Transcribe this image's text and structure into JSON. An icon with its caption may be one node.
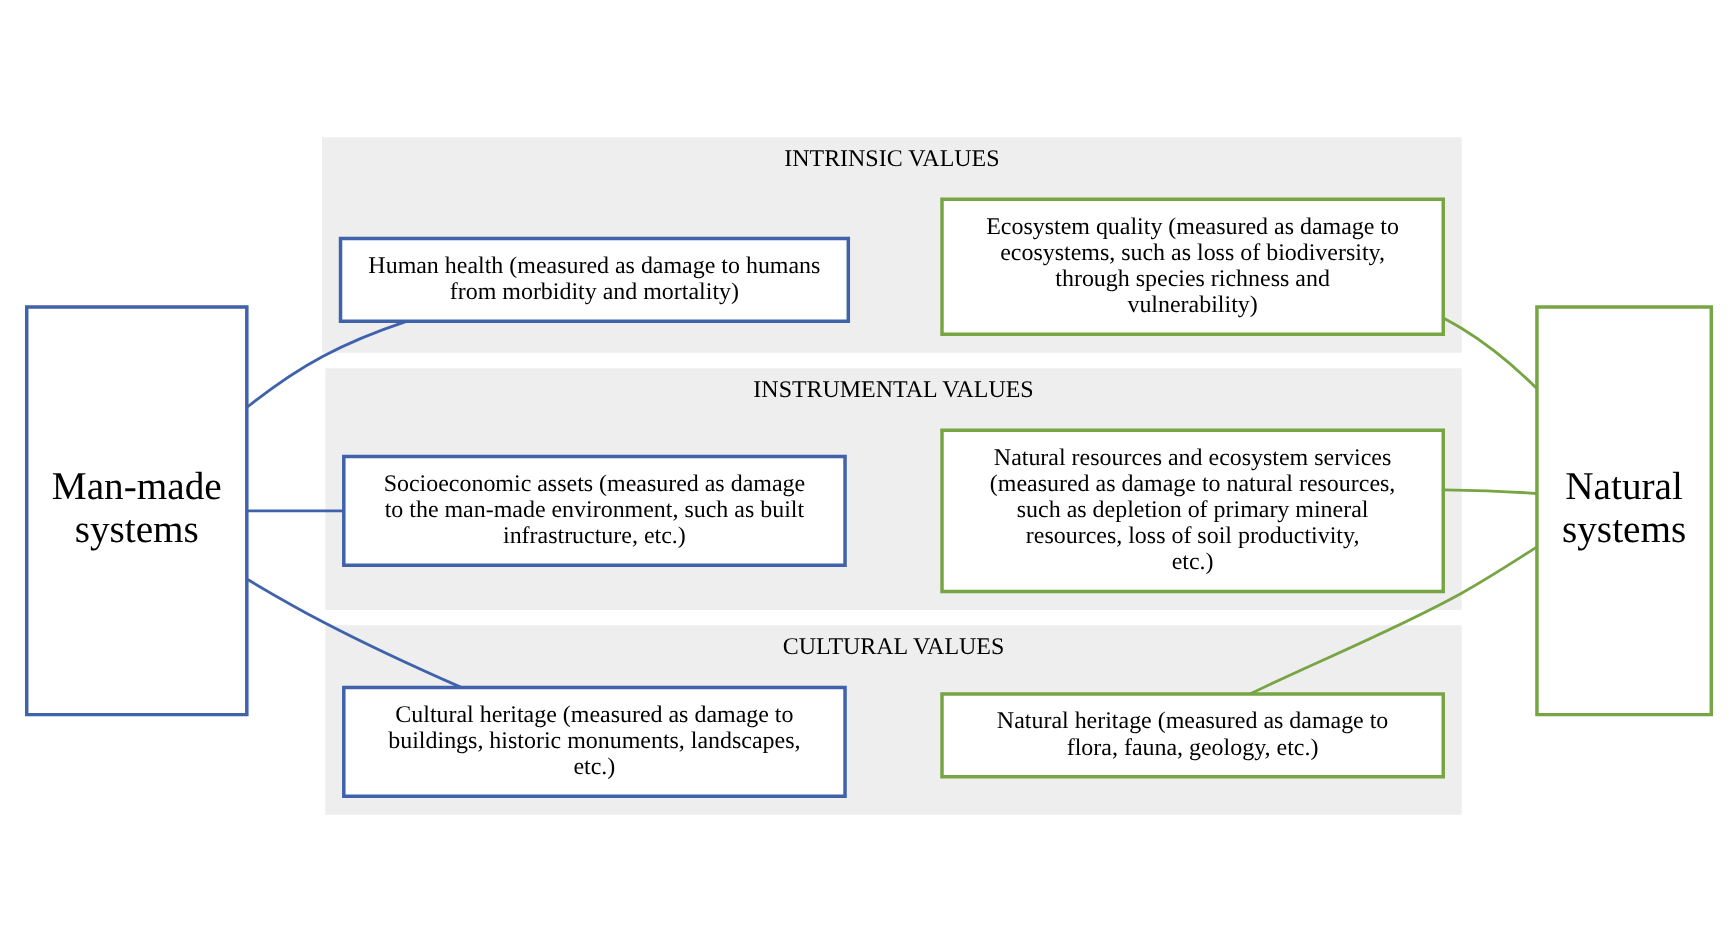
{
  "diagram": {
    "nodes": [
      {
        "text": [
          "Man-made systems"
        ]
      },
      {
        "text": [
          "INTRINSIC VALUES"
        ]
      },
      {
        "text": [
          "Human health (measured as damage to humans from morbidity and mortality)"
        ],
        "in": 1
      },
      {
        "text": [
          "Ecosystem quality (measured as damage to ecosystems, such as loss of biodiversity, through species richness and vulnerability)"
        ],
        "in": 1
      },
      {
        "text": [
          "INSTRUMENTAL VALUES"
        ]
      },
      {
        "text": [
          "Socioeconomic assets (measured as damage to the man-made environment, such as built infrastructure, etc.)"
        ],
        "in": 4
      },
      {
        "text": [
          "Natural resources and ecosystem services (measured as damage to natural resources, such as depletion of primary mineral resources, loss of soil productivity, etc.)"
        ],
        "in": 4
      },
      {
        "text": [
          "CULTURAL VALUES"
        ]
      },
      {
        "text": [
          "Cultural heritage (measured as damage to buildings, historic monuments, landscapes, etc.)"
        ],
        "in": 7
      },
      {
        "text": [
          "Natural heritage (measured as damage to flora, fauna, geology, etc.)"
        ],
        "in": 7
      },
      {
        "text": [
          "Natural systems"
        ]
      }
    ],
    "edges": [
      {
        "from": 0,
        "to": 2,
        "arrow": "none",
        "color": "#3f62ab"
      },
      {
        "from": 0,
        "to": 5,
        "arrow": "none",
        "color": "#3f62ab"
      },
      {
        "from": 0,
        "to": 8,
        "arrow": "none",
        "color": "#3f62ab"
      },
      {
        "from": 10,
        "to": 3,
        "arrow": "none",
        "color": "#77a543"
      },
      {
        "from": 10,
        "to": 6,
        "arrow": "none",
        "color": "#77a543"
      },
      {
        "from": 10,
        "to": 9,
        "arrow": "none",
        "color": "#77a543"
      }
    ]
  }
}
